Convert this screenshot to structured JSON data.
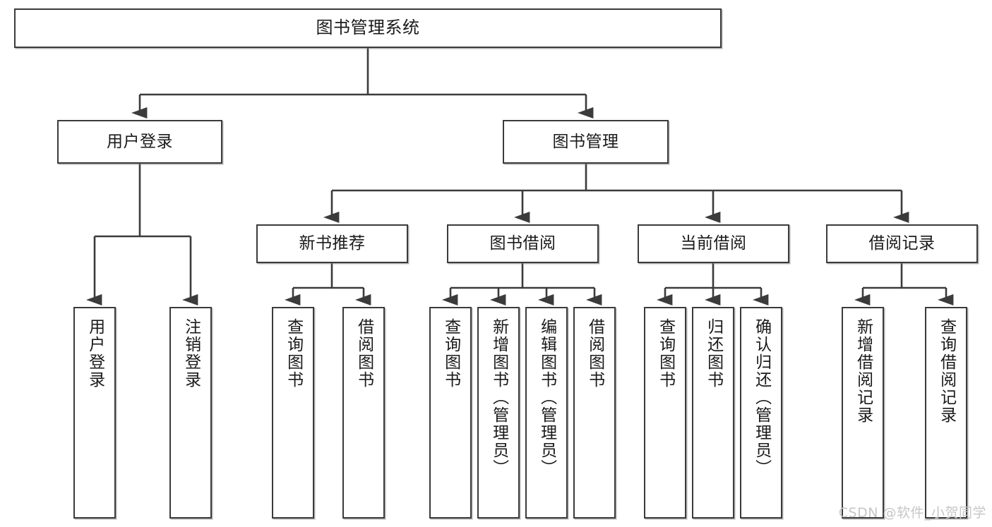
{
  "diagram": {
    "title": "图书管理系统",
    "type": "hierarchy-tree",
    "root": {
      "label": "图书管理系统"
    },
    "level2": [
      {
        "label": "用户登录"
      },
      {
        "label": "图书管理"
      }
    ],
    "level3": [
      {
        "label": "新书推荐"
      },
      {
        "label": "图书借阅"
      },
      {
        "label": "当前借阅"
      },
      {
        "label": "借阅记录"
      }
    ],
    "leaves": {
      "user_login": [
        {
          "label": "用户登录"
        },
        {
          "label": "注销登录"
        }
      ],
      "new_book_recommend": [
        {
          "label": "查询图书"
        },
        {
          "label": "借阅图书"
        }
      ],
      "book_borrow": [
        {
          "label": "查询图书"
        },
        {
          "label": "新增图书（管理员）"
        },
        {
          "label": "编辑图书（管理员）"
        },
        {
          "label": "借阅图书"
        }
      ],
      "current_borrow": [
        {
          "label": "查询图书"
        },
        {
          "label": "归还图书"
        },
        {
          "label": "确认归还（管理员）"
        }
      ],
      "borrow_record": [
        {
          "label": "新增借阅记录"
        },
        {
          "label": "查询借阅记录"
        }
      ]
    }
  },
  "watermark": {
    "text": "CSDN @软件_小贺同学"
  },
  "colors": {
    "stroke": "#3b3b3b",
    "box_fill": "#ffffff",
    "text": "#1a1a1a",
    "watermark": "#c6c6c6"
  }
}
